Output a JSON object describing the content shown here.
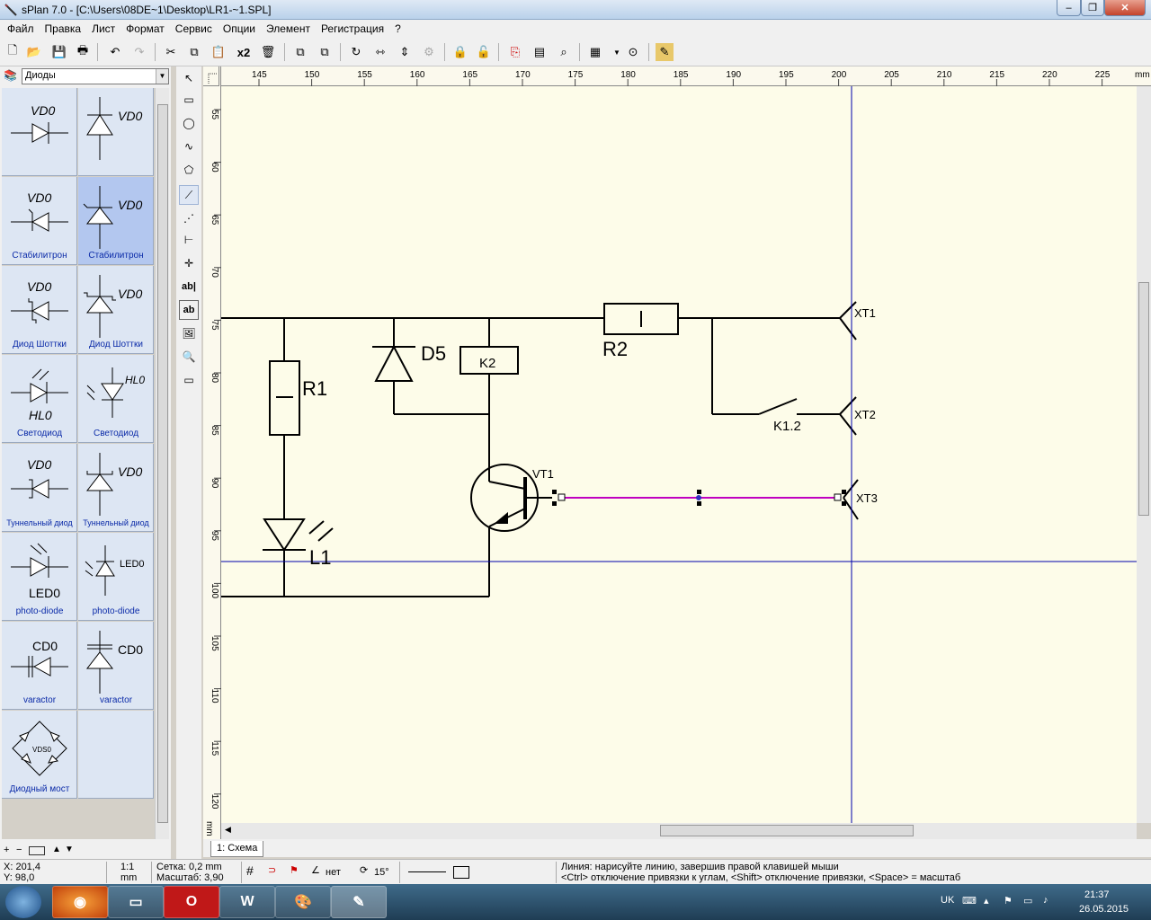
{
  "window": {
    "title": "sPlan 7.0 - [C:\\Users\\08DE~1\\Desktop\\LR1-~1.SPL]",
    "btn_min": "–",
    "btn_max": "❐",
    "btn_close": "✕"
  },
  "menu": [
    "Файл",
    "Правка",
    "Лист",
    "Формат",
    "Сервис",
    "Опции",
    "Элемент",
    "Регистрация",
    "?"
  ],
  "toolbar": {
    "x2_label": "x2"
  },
  "library": {
    "selected": "Диоды",
    "tiles": [
      {
        "ref": "VD0",
        "label": ""
      },
      {
        "ref": "VD0",
        "label": ""
      },
      {
        "ref": "VD0",
        "label": "Стабилитрон"
      },
      {
        "ref": "VD0",
        "label": "Стабилитрон"
      },
      {
        "ref": "VD0",
        "label": "Диод Шоттки"
      },
      {
        "ref": "VD0",
        "label": "Диод Шоттки"
      },
      {
        "ref": "HL0",
        "label": "Светодиод"
      },
      {
        "ref": "HL0",
        "label": "Светодиод"
      },
      {
        "ref": "VD0",
        "label": "Туннельный диод"
      },
      {
        "ref": "VD0",
        "label": "Туннельный диод"
      },
      {
        "ref": "LED0",
        "label": "photo-diode"
      },
      {
        "ref": "LED0",
        "label": "photo-diode"
      },
      {
        "ref": "CD0",
        "label": "varactor"
      },
      {
        "ref": "CD0",
        "label": "varactor"
      },
      {
        "ref": "VDS0",
        "label": "Диодный мост"
      }
    ]
  },
  "rulers": {
    "h_ticks": [
      "145",
      "150",
      "155",
      "160",
      "165",
      "170",
      "175",
      "180",
      "185",
      "190",
      "195",
      "200",
      "205",
      "210",
      "215",
      "220",
      "225"
    ],
    "h_unit": "mm",
    "v_ticks": [
      "55",
      "60",
      "65",
      "70",
      "75",
      "80",
      "85",
      "90",
      "95",
      "100",
      "105",
      "110",
      "115",
      "120"
    ],
    "v_unit": "mm"
  },
  "schematic": {
    "labels": {
      "r1": "R1",
      "r2": "R2",
      "d5": "D5",
      "k2": "K2",
      "l1": "L1",
      "vt1": "VT1",
      "k12": "K1.2",
      "xt1": "XT1",
      "xt2": "XT2",
      "xt3": "XT3"
    }
  },
  "tabs": [
    "1: Схема"
  ],
  "status": {
    "x": "X: 201,4",
    "y": "Y: 98,0",
    "scale_ratio": "1:1",
    "scale_unit": "mm",
    "grid": "Сетка: 0,2 mm",
    "zoom": "Масштаб:  3,90",
    "angle_snap": "нет",
    "rotate": "15°",
    "hint1": "Линия: нарисуйте линию, завершив правой клавишей мыши",
    "hint2": "<Ctrl> отключение привязки к углам, <Shift> отключение привязки, <Space> = масштаб"
  },
  "taskbar": {
    "lang": "UK",
    "time": "21:37",
    "date": "26.05.2015"
  },
  "colors": {
    "wire": "#000000",
    "selected_wire": "#c000c0",
    "crosshair": "#0000aa",
    "canvas": "#fdfce9",
    "tile": "#dde6f3",
    "tile_selected": "#b3c7ef"
  }
}
